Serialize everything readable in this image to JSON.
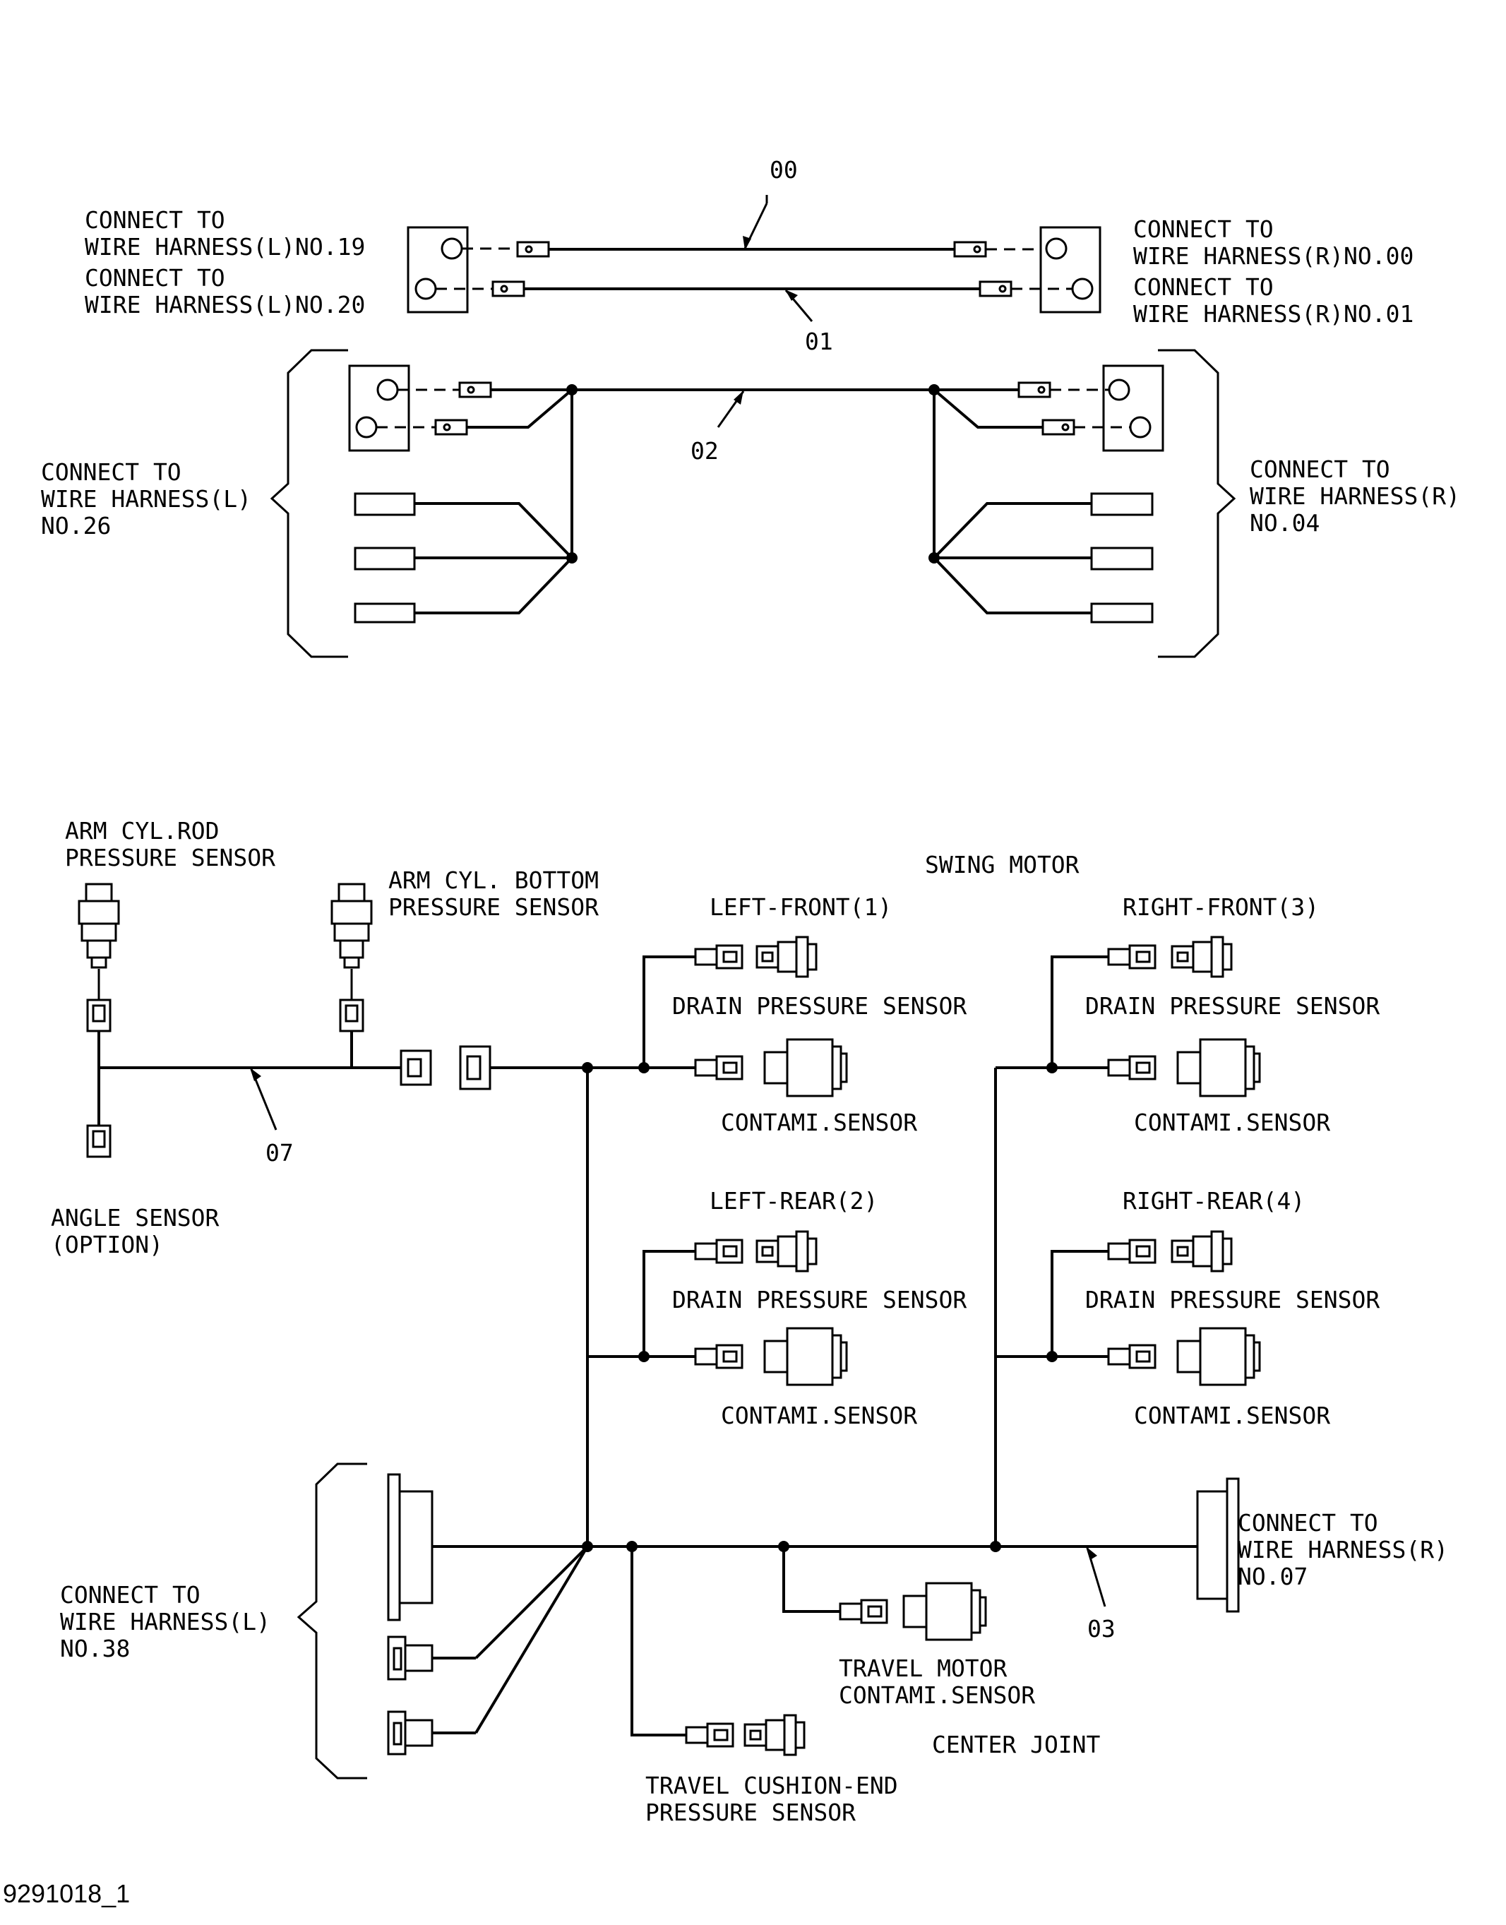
{
  "top": {
    "wire_00": "00",
    "wire_01": "01",
    "wire_02": "02",
    "left_upper_1": [
      "CONNECT TO",
      "WIRE HARNESS(L)NO.19"
    ],
    "left_upper_2": [
      "CONNECT TO",
      "WIRE HARNESS(L)NO.20"
    ],
    "right_upper_1": [
      "CONNECT TO",
      "WIRE HARNESS(R)NO.00"
    ],
    "right_upper_2": [
      "CONNECT TO",
      "WIRE HARNESS(R)NO.01"
    ],
    "left_group": [
      "CONNECT TO",
      "WIRE HARNESS(L)",
      "NO.26"
    ],
    "right_group": [
      "CONNECT TO",
      "WIRE HARNESS(R)",
      "NO.04"
    ]
  },
  "bottom": {
    "arm_rod": [
      "ARM CYL.ROD",
      "PRESSURE SENSOR"
    ],
    "arm_bottom": [
      "ARM CYL. BOTTOM",
      "PRESSURE SENSOR"
    ],
    "angle": [
      "ANGLE SENSOR",
      "(OPTION)"
    ],
    "wire_07": "07",
    "wire_03": "03",
    "swing_motor": "SWING MOTOR",
    "left_front": "LEFT-FRONT(1)",
    "right_front": "RIGHT-FRONT(3)",
    "left_rear": "LEFT-REAR(2)",
    "right_rear": "RIGHT-REAR(4)",
    "drain": "DRAIN PRESSURE SENSOR",
    "contami": "CONTAMI.SENSOR",
    "left_group": [
      "CONNECT TO",
      "WIRE HARNESS(L)",
      "NO.38"
    ],
    "right_group": [
      "CONNECT TO",
      "WIRE HARNESS(R)",
      "NO.07"
    ],
    "travel_motor": [
      "TRAVEL MOTOR",
      "CONTAMI.SENSOR"
    ],
    "center_joint": "CENTER JOINT",
    "travel_cushion": [
      "TRAVEL CUSHION-END",
      "PRESSURE SENSOR"
    ]
  },
  "drawing_number": "9291018_1"
}
